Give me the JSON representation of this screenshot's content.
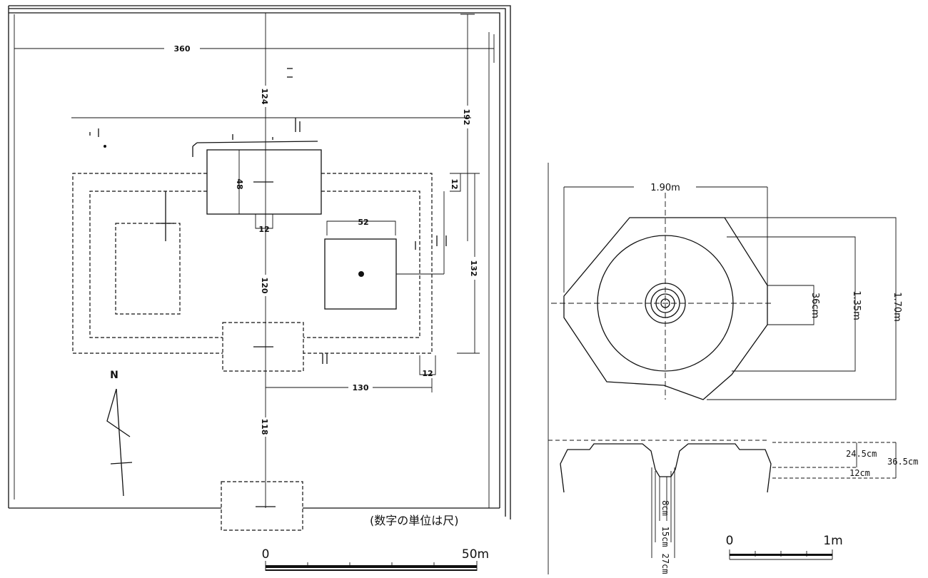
{
  "site_plan": {
    "dimensions": {
      "d360": "360",
      "d124": "124",
      "d192": "192",
      "d48": "48",
      "d12_top": "12",
      "d52": "52",
      "d12_right": "12",
      "d120": "120",
      "d132": "132",
      "d12_bottom": "12",
      "d130": "130",
      "d118": "118"
    },
    "north_label": "N",
    "unit_note": "(数字の単位は尺)",
    "scale": {
      "zero": "0",
      "end": "50m"
    }
  },
  "stone_plan": {
    "dimensions": {
      "d190": "1.90m",
      "d36": "36cm",
      "d135": "1.35m",
      "d170": "1.70m"
    }
  },
  "stone_section": {
    "dimensions": {
      "d245": "24.5cm",
      "d365": "36.5cm",
      "d12": "12cm",
      "d8": "8cm",
      "d15": "15cm",
      "d27": "27cm"
    },
    "scale": {
      "zero": "0",
      "end": "1m"
    }
  }
}
